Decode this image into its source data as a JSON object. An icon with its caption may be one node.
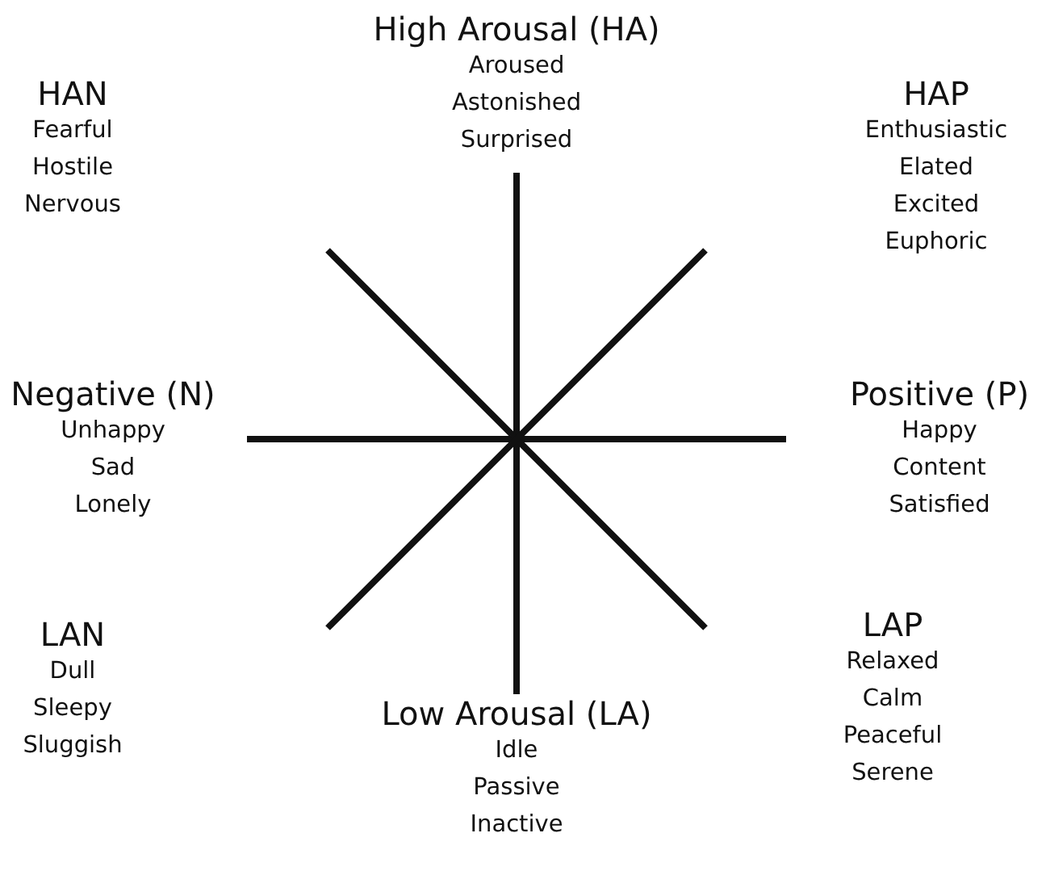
{
  "diagram": {
    "labels": [
      "High Arousal (HA)",
      "Aroused",
      "Astonished",
      "Surprised",
      "HAN",
      "Fearful",
      "Hostile",
      "Nervous",
      "HAP",
      "Enthusiastic",
      "Elated",
      "Excited",
      "Euphoric",
      "Negative (N)",
      "Unhappy",
      "Sad",
      "Lonely",
      "Positive (P)",
      "Happy",
      "Content",
      "Satisfied",
      "LAN",
      "Dull",
      "Sleepy",
      "Sluggish",
      "LAP",
      "Relaxed",
      "Calm",
      "Peaceful",
      "Serene",
      "Low Arousal (LA)",
      "Idle",
      "Passive",
      "Inactive"
    ]
  }
}
